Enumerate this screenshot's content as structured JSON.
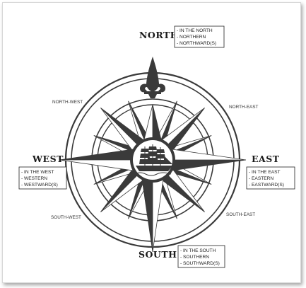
{
  "colors": {
    "ink": "#3a3a3a",
    "paper": "#ffffff"
  },
  "icons": {
    "center": "sailing-ship-icon",
    "north_marker": "fleur-de-lis-icon"
  },
  "cardinals": {
    "north": {
      "label": "NORTH",
      "terms": [
        "- IN THE NORTH",
        "- NORTHERN",
        "- NORTHWARD(S)"
      ]
    },
    "east": {
      "label": "EAST",
      "terms": [
        "- IN THE EAST",
        "- EASTERN",
        "- EASTWARD(S)"
      ]
    },
    "south": {
      "label": "SOUTH",
      "terms": [
        "- IN THE SOUTH",
        "- SOUTHERN",
        "- SOUTHWARD(S)"
      ]
    },
    "west": {
      "label": "WEST",
      "terms": [
        "- IN THE WEST",
        "- WESTERN",
        "- WESTWARD(S)"
      ]
    }
  },
  "intercardinals": {
    "north_west": "NORTH-WEST",
    "north_east": "NORTH-EAST",
    "south_west": "SOUTH-WEST",
    "south_east": "SOUTH-EAST"
  }
}
